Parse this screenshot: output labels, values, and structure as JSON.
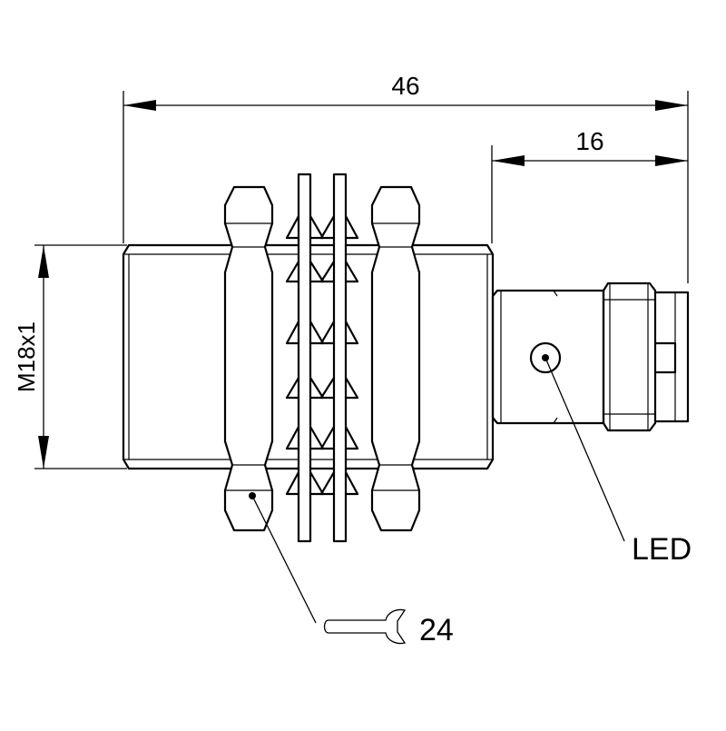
{
  "dimensions": {
    "overall_length": "46",
    "connector_length": "16",
    "thread": "M18x1"
  },
  "callouts": {
    "led_label": "LED",
    "wrench_size": "24"
  },
  "icons": [
    "wrench-icon"
  ]
}
